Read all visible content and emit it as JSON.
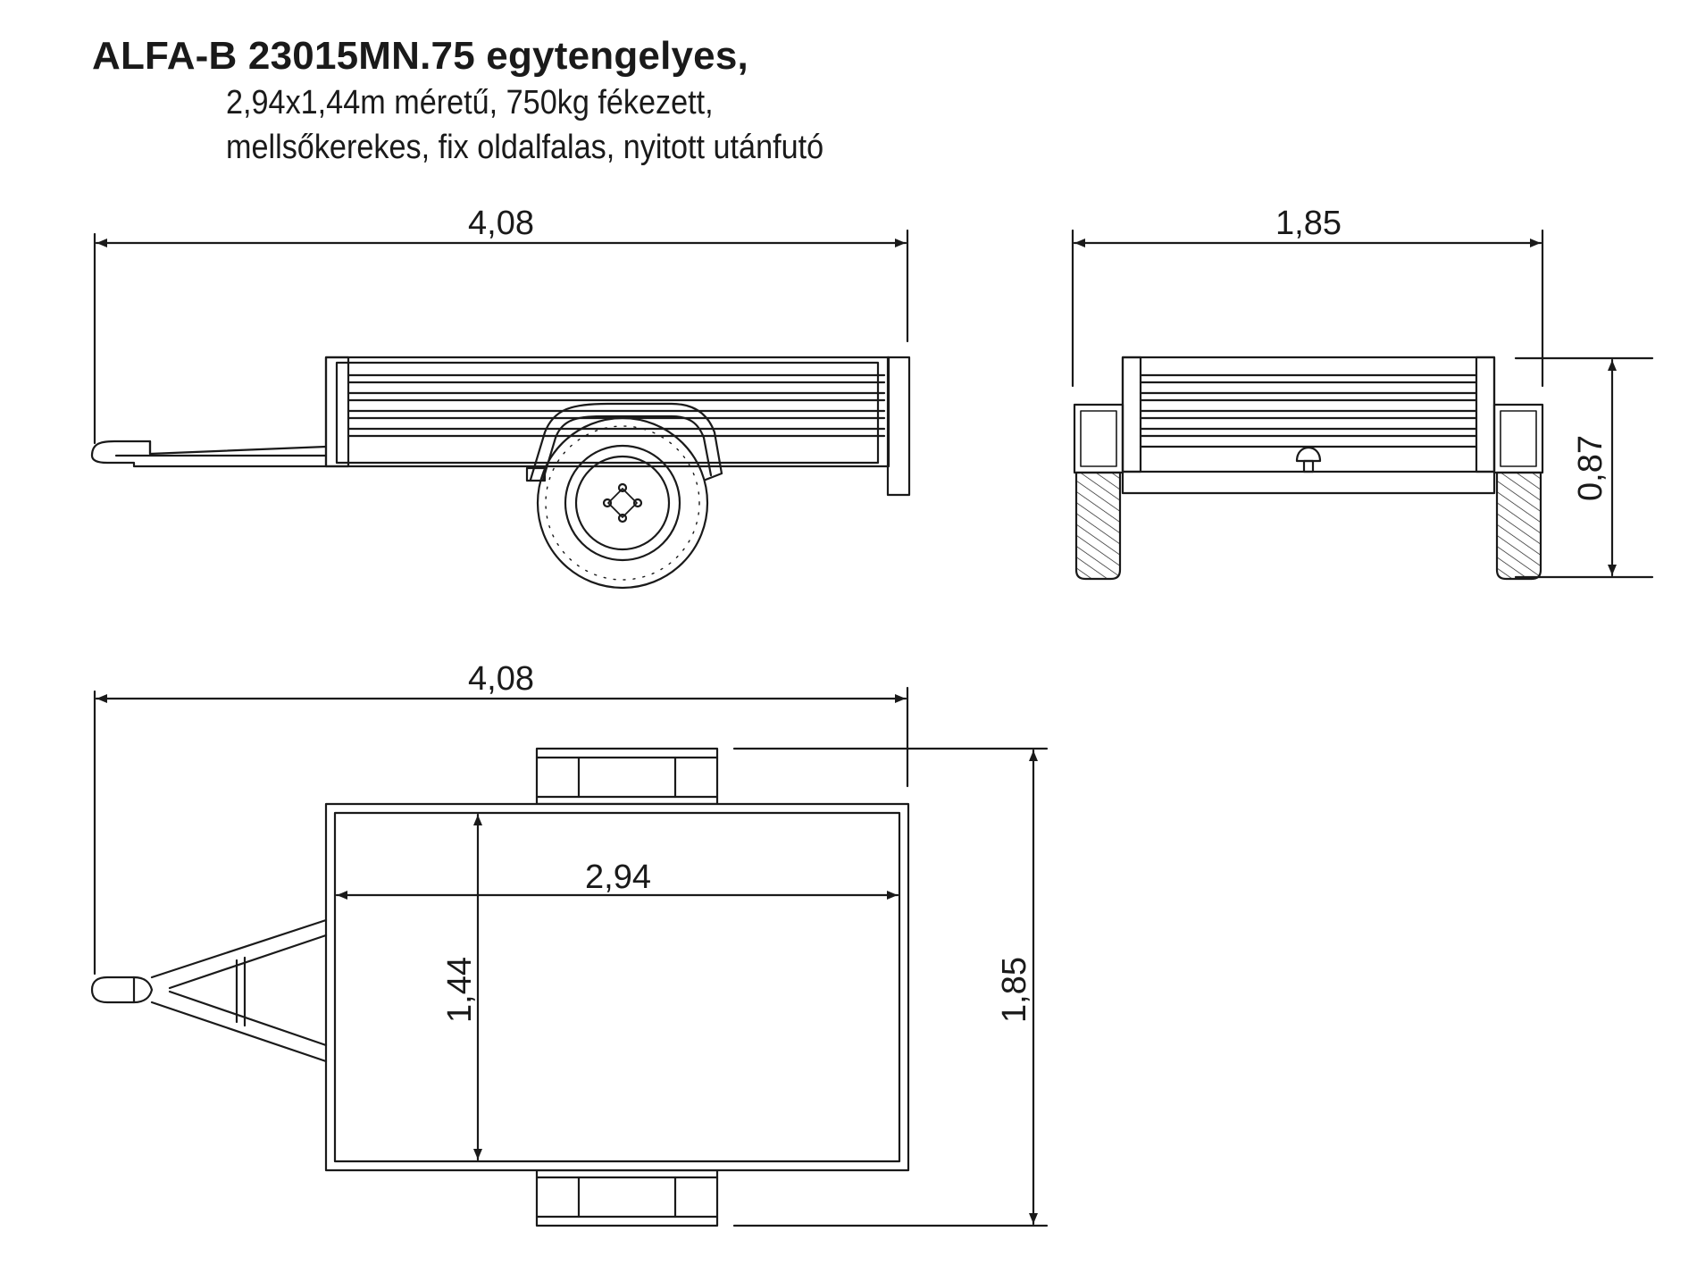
{
  "title": {
    "line1": "ALFA-B 23015MN.75 egytengelyes,",
    "line2": "2,94x1,44m méretű, 750kg fékezett,",
    "line3": "mellsőkerekes, fix oldalfalas, nyitott utánfutó"
  },
  "dimensions": {
    "side_length": "4,08",
    "front_width": "1,85",
    "front_height": "0,87",
    "top_length": "4,08",
    "top_inner_length": "2,94",
    "top_inner_width": "1,44",
    "top_overall_width": "1,85"
  },
  "colors": {
    "line": "#1a1a1a",
    "background": "#ffffff"
  }
}
